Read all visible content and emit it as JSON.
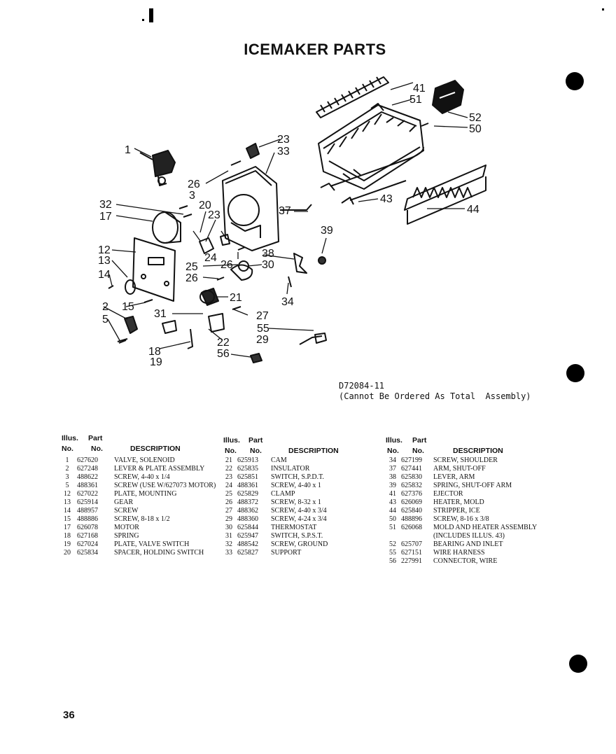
{
  "title": "ICEMAKER PARTS",
  "drawing_reference": "D72084-11",
  "drawing_note": "(Cannot Be Ordered As Total  Assembly)",
  "table_headers": {
    "illus": "Illus.",
    "part": "Part",
    "no1": "No.",
    "no2": "No.",
    "description": "DESCRIPTION"
  },
  "parts": [
    [
      {
        "illus": "1",
        "part": "627620",
        "desc": "VALVE, SOLENOID"
      },
      {
        "illus": "2",
        "part": "627248",
        "desc": "LEVER & PLATE ASSEMBLY"
      },
      {
        "illus": "3",
        "part": "488622",
        "desc": "SCREW, 4-40 x 1/4"
      },
      {
        "illus": "5",
        "part": "488361",
        "desc": "SCREW (USE W/627073 MOTOR)"
      },
      {
        "illus": "12",
        "part": "627022",
        "desc": "PLATE, MOUNTING"
      },
      {
        "illus": "13",
        "part": "625914",
        "desc": "GEAR"
      },
      {
        "illus": "14",
        "part": "488957",
        "desc": "SCREW"
      },
      {
        "illus": "15",
        "part": "488886",
        "desc": "SCREW, 8-18 x 1/2"
      },
      {
        "illus": "17",
        "part": "626078",
        "desc": "MOTOR"
      },
      {
        "illus": "18",
        "part": "627168",
        "desc": "SPRING"
      },
      {
        "illus": "19",
        "part": "627024",
        "desc": "PLATE, VALVE SWITCH"
      },
      {
        "illus": "20",
        "part": "625834",
        "desc": "SPACER, HOLDING SWITCH"
      }
    ],
    [
      {
        "illus": "21",
        "part": "625913",
        "desc": "CAM"
      },
      {
        "illus": "22",
        "part": "625835",
        "desc": "INSULATOR"
      },
      {
        "illus": "23",
        "part": "625851",
        "desc": "SWITCH, S.P.D.T."
      },
      {
        "illus": "24",
        "part": "488361",
        "desc": "SCREW, 4-40 x 1"
      },
      {
        "illus": "25",
        "part": "625829",
        "desc": "CLAMP"
      },
      {
        "illus": "26",
        "part": "488372",
        "desc": "SCREW, 8-32 x 1"
      },
      {
        "illus": "27",
        "part": "488362",
        "desc": "SCREW, 4-40 x 3/4"
      },
      {
        "illus": "29",
        "part": "488360",
        "desc": "SCREW, 4-24 x 3/4"
      },
      {
        "illus": "30",
        "part": "625844",
        "desc": "THERMOSTAT"
      },
      {
        "illus": "31",
        "part": "625947",
        "desc": "SWITCH, S.P.S.T."
      },
      {
        "illus": "32",
        "part": "488542",
        "desc": "SCREW, GROUND"
      },
      {
        "illus": "33",
        "part": "625827",
        "desc": "SUPPORT"
      }
    ],
    [
      {
        "illus": "34",
        "part": "627199",
        "desc": "SCREW, SHOULDER"
      },
      {
        "illus": "37",
        "part": "627441",
        "desc": "ARM, SHUT-OFF"
      },
      {
        "illus": "38",
        "part": "625830",
        "desc": "LEVER, ARM"
      },
      {
        "illus": "39",
        "part": "625832",
        "desc": "SPRING, SHUT-OFF ARM"
      },
      {
        "illus": "41",
        "part": "627376",
        "desc": "EJECTOR"
      },
      {
        "illus": "43",
        "part": "626069",
        "desc": "HEATER, MOLD"
      },
      {
        "illus": "44",
        "part": "625840",
        "desc": "STRIPPER, ICE"
      },
      {
        "illus": "50",
        "part": "488896",
        "desc": "SCREW, 8-16 x 3/8"
      },
      {
        "illus": "51",
        "part": "626068",
        "desc": "MOLD AND HEATER ASSEMBLY (INCLUDES ILLUS. 43)"
      },
      {
        "illus": "52",
        "part": "625707",
        "desc": "BEARING AND INLET"
      },
      {
        "illus": "55",
        "part": "627151",
        "desc": "WIRE HARNESS"
      },
      {
        "illus": "56",
        "part": "227991",
        "desc": "CONNECTOR, WIRE"
      }
    ]
  ],
  "callouts": [
    "1",
    "2",
    "3",
    "5",
    "12",
    "13",
    "14",
    "15",
    "17",
    "18",
    "19",
    "20",
    "21",
    "22",
    "23",
    "23",
    "24",
    "25",
    "26",
    "26",
    "26",
    "27",
    "29",
    "30",
    "31",
    "32",
    "33",
    "34",
    "37",
    "38",
    "39",
    "41",
    "43",
    "44",
    "50",
    "51",
    "52",
    "55",
    "56"
  ],
  "page_number": "36"
}
